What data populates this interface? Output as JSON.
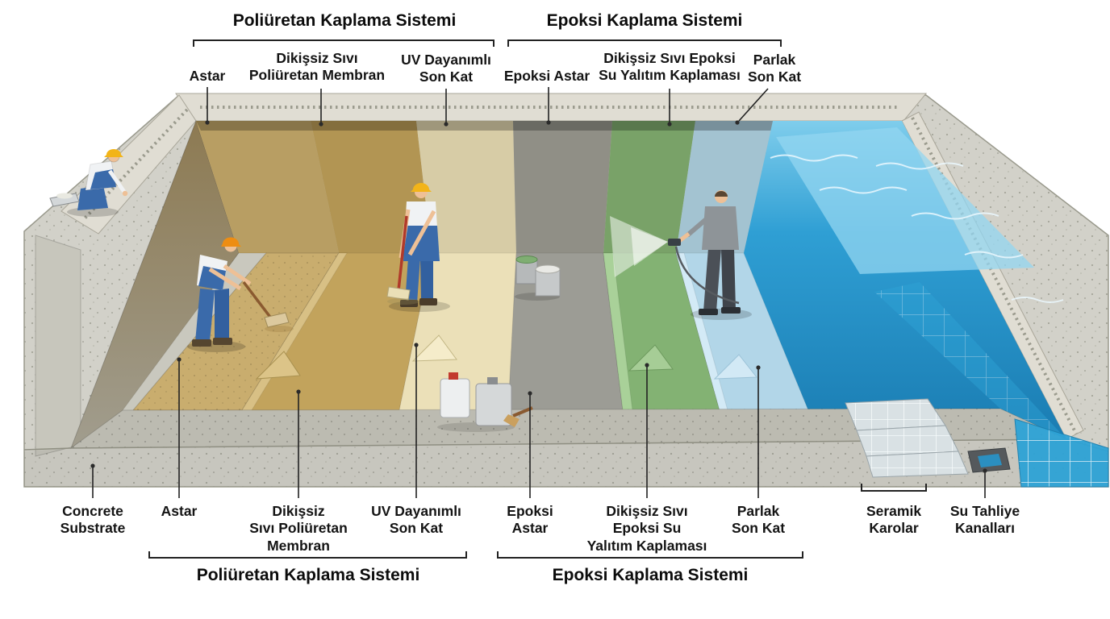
{
  "titles": {
    "top_poliuretan": "Poliüretan Kaplama Sistemi",
    "top_epoksi": "Epoksi Kaplama Sistemi",
    "bottom_poliuretan": "Poliüretan Kaplama Sistemi",
    "bottom_epoksi": "Epoksi Kaplama Sistemi"
  },
  "top_labels": [
    {
      "id": "astar",
      "text": "Astar"
    },
    {
      "id": "poliuretan-membran",
      "text": "Dikişsiz Sıvı\nPoliüretan Membran"
    },
    {
      "id": "uv-son-kat",
      "text": "UV Dayanımlı\nSon Kat"
    },
    {
      "id": "epoksi-astar",
      "text": "Epoksi Astar"
    },
    {
      "id": "epoksi-su-yalitim",
      "text": "Dikişsiz Sıvı Epoksi\nSu Yalıtım Kaplaması"
    },
    {
      "id": "parlak-son-kat",
      "text": "Parlak\nSon Kat"
    }
  ],
  "bottom_labels": [
    {
      "id": "concrete-substrate",
      "text": "Concrete\nSubstrate"
    },
    {
      "id": "astar",
      "text": "Astar"
    },
    {
      "id": "poliuretan-membran",
      "text": "Dikişsiz\nSıvı Poliüretan\nMembran"
    },
    {
      "id": "uv-son-kat",
      "text": "UV Dayanımlı\nSon Kat"
    },
    {
      "id": "epoksi-astar",
      "text": "Epoksi\nAstar"
    },
    {
      "id": "epoksi-su-yalitim",
      "text": "Dikişsiz Sıvı\nEpoksi Su\nYalıtım Kaplaması"
    },
    {
      "id": "parlak-son-kat",
      "text": "Parlak\nSon Kat"
    },
    {
      "id": "seramik-karolar",
      "text": "Seramik\nKarolar"
    },
    {
      "id": "su-tahliye",
      "text": "Su Tahliye\nKanalları"
    }
  ],
  "colors": {
    "concrete": "#c9c8be",
    "astar_tan": "#c9ad6e",
    "membran_tan": "#c2a35c",
    "uv_cream": "#ebe0b8",
    "epoksi_gray": "#9c9c95",
    "epoksi_green": "#83b273",
    "parlak_blue": "#b2d6e8",
    "water_blue": "#2b9ed4",
    "tile_blue": "#35a8d8",
    "coping": "#e0ddd3",
    "hat_yellow": "#f2b419",
    "hat_orange": "#ee8d12",
    "overall_blue": "#3a6aaa"
  }
}
